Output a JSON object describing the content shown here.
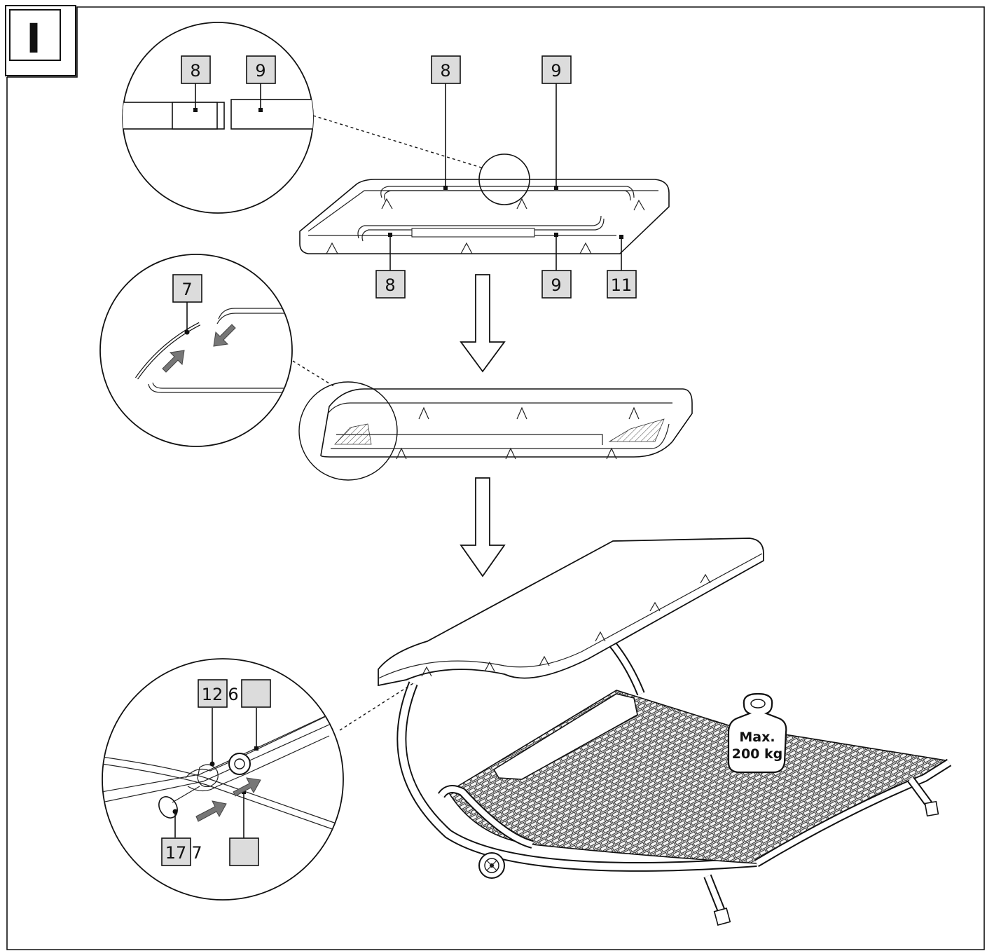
{
  "step": {
    "letter": "I"
  },
  "labels": {
    "detail_top_8": "8",
    "detail_top_9": "9",
    "canopy_top_8": "8",
    "canopy_top_9": "9",
    "canopy_bottom_8": "8",
    "canopy_bottom_9": "9",
    "canopy_11": "11",
    "detail_mid_7": "7",
    "detail_bottom_12": "12",
    "detail_bottom_6": "6",
    "detail_bottom_17": "17",
    "detail_bottom_7": "7"
  },
  "weight": {
    "line1": "Max.",
    "line2": "200 kg"
  },
  "icons": [
    "down-arrow-icon",
    "push-arrow-icon",
    "weight-icon",
    "wheel-icon"
  ]
}
